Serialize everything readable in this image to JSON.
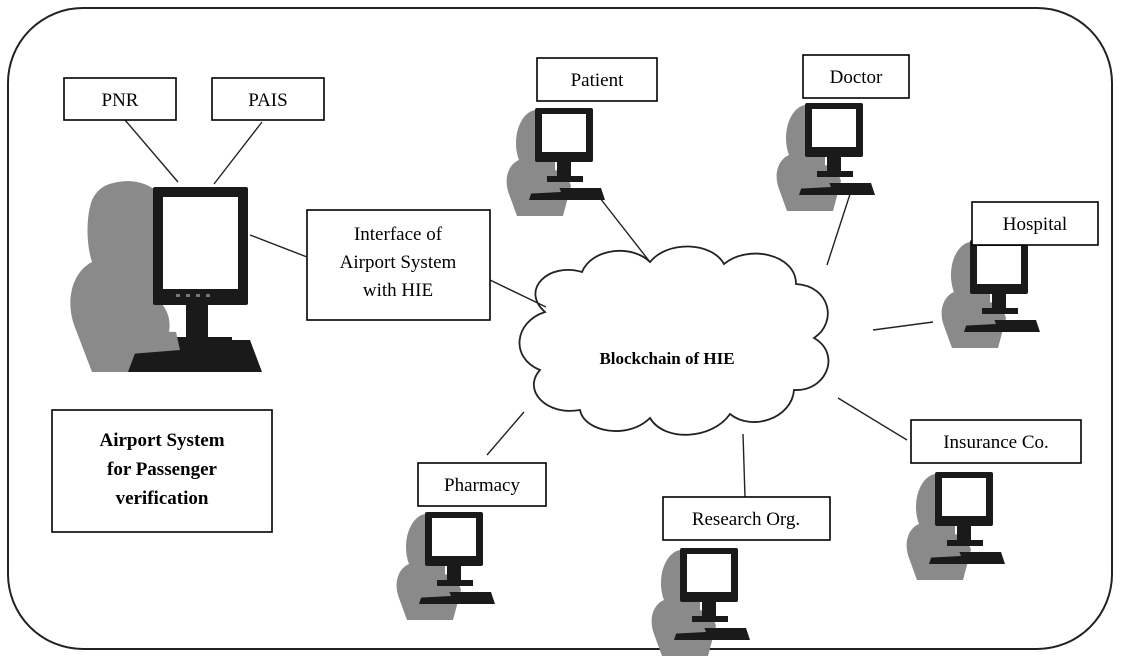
{
  "frame": {
    "border_color": "#222222"
  },
  "airport": {
    "pnr_label": "PNR",
    "pais_label": "PAIS",
    "interface_label_lines": [
      "Interface of",
      "Airport System",
      "with HIE"
    ],
    "system_label_lines": [
      "Airport System",
      "for Passenger",
      "verification"
    ]
  },
  "cloud": {
    "label": "Blockchain of HIE"
  },
  "nodes": {
    "patient": "Patient",
    "doctor": "Doctor",
    "hospital": "Hospital",
    "insurance": "Insurance Co.",
    "research": "Research Org.",
    "pharmacy": "Pharmacy"
  },
  "icons": {
    "workstation": "person-at-computer-icon",
    "cloud": "cloud-icon"
  },
  "colors": {
    "silhouette": "#8a8a8a",
    "monitor": "#1a1a1a",
    "line": "#222222"
  }
}
